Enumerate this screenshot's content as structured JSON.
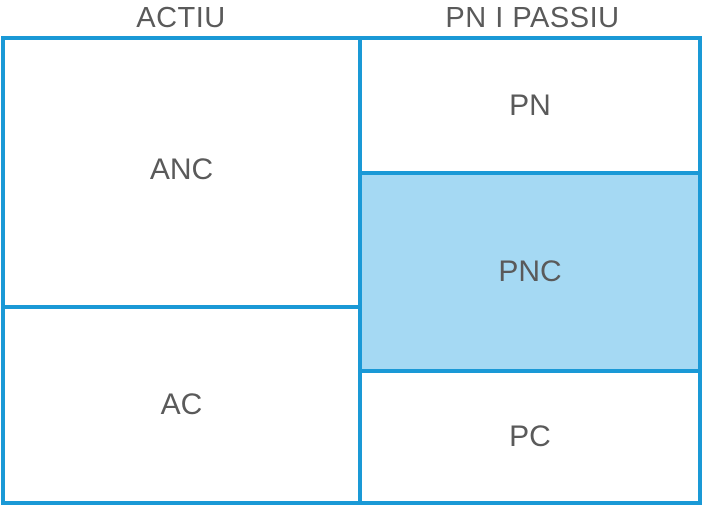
{
  "headers": {
    "left": "ACTIU",
    "right": "PN I PASSIU"
  },
  "boxes": {
    "anc": "ANC",
    "ac": "AC",
    "pn": "PN",
    "pnc": "PNC",
    "pc": "PC"
  },
  "colors": {
    "border": "#1a99d6",
    "highlight_fill": "#a5d9f3",
    "text": "#5a5a5a"
  }
}
